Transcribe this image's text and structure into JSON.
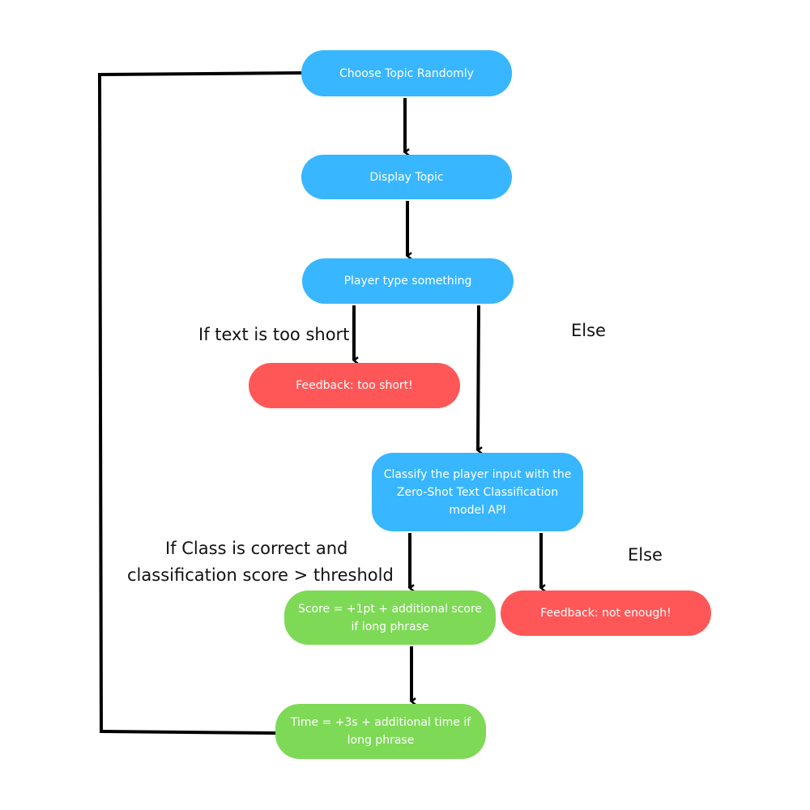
{
  "nodes": {
    "choose_topic": "Choose Topic Randomly",
    "display_topic": "Display Topic",
    "player_type": "Player type something",
    "feedback_too_short": "Feedback: too short!",
    "classify": "Classify the player input with the Zero-Shot Text Classification model API",
    "score": "Score = +1pt + additional score if long phrase",
    "feedback_not_enough": "Feedback: not enough!",
    "time": "Time = +3s + additional time if long phrase"
  },
  "labels": {
    "too_short_condition": "If text is too short",
    "else_1": "Else",
    "class_correct_line1": "If Class is correct and",
    "class_correct_line2": "classification score > threshold",
    "else_2": "Else"
  },
  "colors": {
    "process": "#38b6ff",
    "negative": "#ff5757",
    "positive": "#7ed957",
    "connector": "#000000"
  }
}
